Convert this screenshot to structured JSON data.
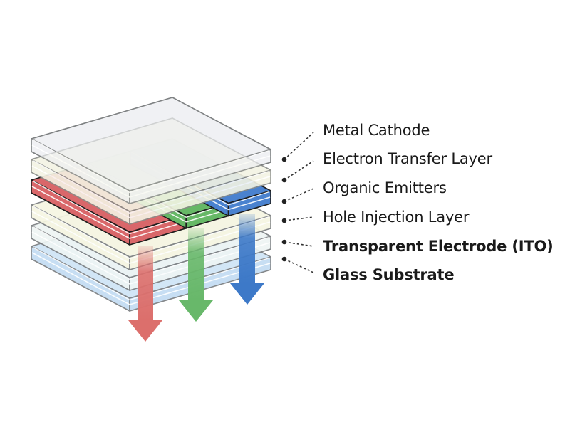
{
  "diagram": {
    "title": "OLED layer stack",
    "layers": [
      {
        "id": "metal-cathode",
        "label": "Metal Cathode",
        "bold": false,
        "color": "#eef0f3"
      },
      {
        "id": "electron-transfer-layer",
        "label": "Electron Transfer Layer",
        "bold": false,
        "color": "#f4f4e4"
      },
      {
        "id": "organic-emitters",
        "label": "Organic Emitters",
        "bold": false,
        "color": "#d9dde0",
        "subpixels": [
          {
            "name": "red",
            "color": "#d9676a"
          },
          {
            "name": "green",
            "color": "#66b866"
          },
          {
            "name": "blue",
            "color": "#4a82cf"
          }
        ]
      },
      {
        "id": "hole-injection-layer",
        "label": "Hole Injection Layer",
        "bold": false,
        "color": "#f6f6e2"
      },
      {
        "id": "transparent-electrode",
        "label": "Transparent Electrode (ITO)",
        "bold": true,
        "color": "#eef5f4"
      },
      {
        "id": "glass-substrate",
        "label": "Glass Substrate",
        "bold": true,
        "color": "#cfe4f6"
      }
    ],
    "emission_arrows": [
      {
        "name": "red-light",
        "color": "#dc6f6c"
      },
      {
        "name": "green-light",
        "color": "#68b86a"
      },
      {
        "name": "blue-light",
        "color": "#3d79c8"
      }
    ]
  }
}
